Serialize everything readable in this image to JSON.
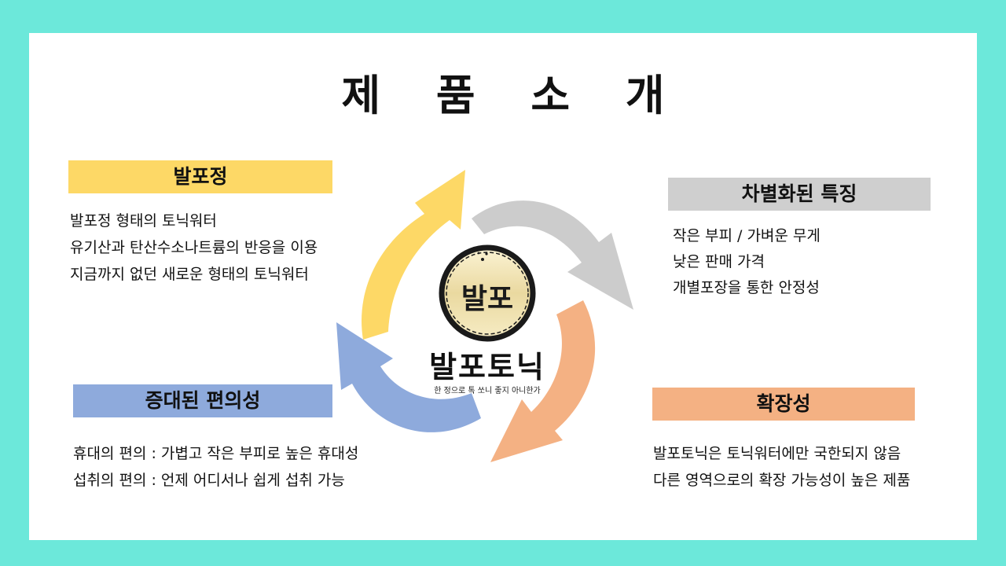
{
  "title": "제 품 소 개",
  "sections": {
    "top_left": {
      "header": "발포정",
      "lines": [
        "발포정 형태의 토닉워터",
        "유기산과 탄산수소나트륨의 반응을 이용",
        "지금까지 없던 새로운 형태의 토닉워터"
      ]
    },
    "top_right": {
      "header": "차별화된 특징",
      "lines": [
        "작은 부피 / 가벼운 무게",
        "낮은 판매 가격",
        "개별포장을 통한 안정성"
      ]
    },
    "bottom_left": {
      "header": "증대된 편의성",
      "lines": [
        "휴대의 편의 : 가볍고 작은 부피로 높은 휴대성",
        "섭취의 편의 : 언제 어디서나 쉽게 섭취 가능"
      ]
    },
    "bottom_right": {
      "header": "확장성",
      "lines": [
        "발포토닉은 토닉워터에만 국한되지 않음",
        "다른 영역으로의 확장 가능성이 높은 제품"
      ]
    }
  },
  "logo": {
    "emblem": "발포",
    "brand": "발포토닉",
    "tagline": "한 정으로 톡 쏘니 좋지 아니한가"
  },
  "colors": {
    "frame": "#6ce8da",
    "yellow": "#fdd866",
    "gray": "#cfcfcf",
    "blue": "#8eaadc",
    "orange": "#f4b183"
  }
}
